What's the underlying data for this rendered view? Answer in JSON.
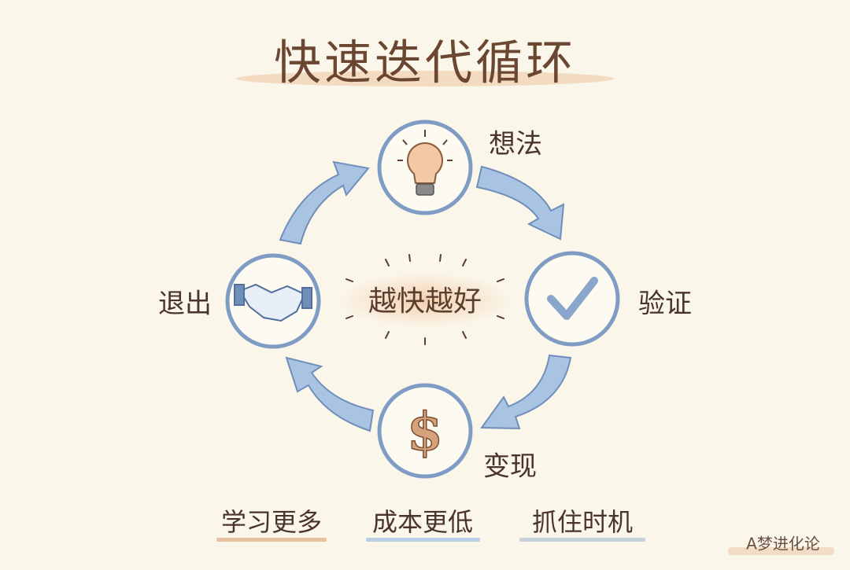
{
  "title": "快速迭代循环",
  "center_text": "越快越好",
  "nodes": [
    {
      "label": "想法",
      "icon": "lightbulb-icon"
    },
    {
      "label": "验证",
      "icon": "checkmark-icon"
    },
    {
      "label": "变现",
      "icon": "dollar-icon"
    },
    {
      "label": "退出",
      "icon": "handshake-icon"
    }
  ],
  "benefits": [
    "学习更多",
    "成本更低",
    "抓住时机"
  ],
  "watermark": "A梦进化论",
  "colors": {
    "background": "#fbf6ea",
    "arrow": "#a9c4e2",
    "circle": "#7f9cc4",
    "accent": "#e8b48a",
    "text": "#4a3428"
  }
}
